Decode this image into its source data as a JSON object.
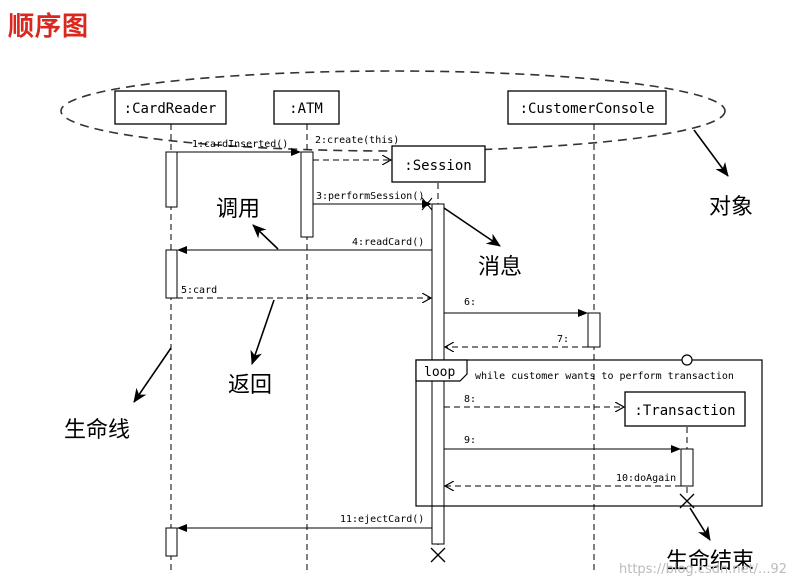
{
  "page_title": "顺序图",
  "objects": {
    "card_reader": ":CardReader",
    "atm": ":ATM",
    "customer_console": ":CustomerConsole",
    "session": ":Session",
    "transaction": ":Transaction"
  },
  "messages": {
    "m1": "1:cardInserted()",
    "m2": "2:create(this)",
    "m3": "3:performSession()",
    "m4": "4:readCard()",
    "m5": "5:card",
    "m6": "6:",
    "m7": "7:",
    "m8": "8:",
    "m9": "9:",
    "m10": "10:doAgain",
    "m11": "11:ejectCard()"
  },
  "loop": {
    "keyword": "loop",
    "condition": "while customer wants to perform transaction"
  },
  "annotations": {
    "objects": "对象",
    "call": "调用",
    "message": "消息",
    "return": "返回",
    "lifeline": "生命线",
    "end_of_life": "生命结束"
  },
  "watermark": "https://blog.csdn.net/...92"
}
